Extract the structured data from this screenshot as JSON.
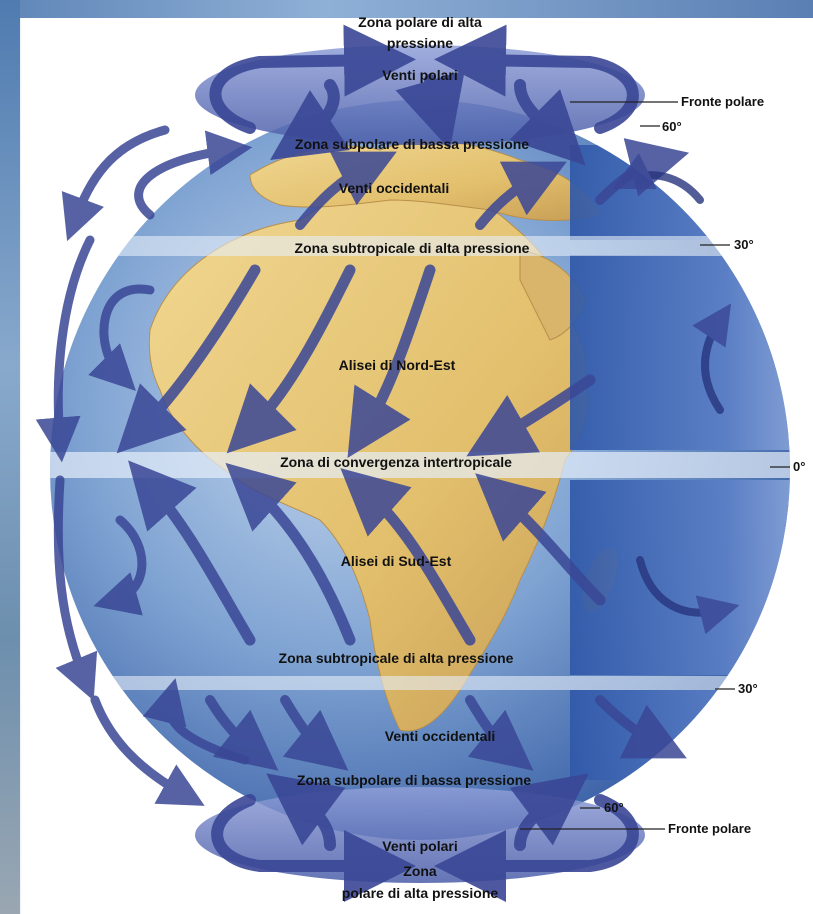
{
  "labels": {
    "top_zone_line1": "Zona polare di alta",
    "top_zone_line2": "pressione",
    "polar_winds_north": "Venti polari",
    "subpolar_north": "Zona subpolare di bassa  pressione",
    "westerlies_north": "Venti occidentali",
    "subtropical_north": "Zona subtropicale di alta pressione",
    "trades_ne": "Alisei di Nord-Est",
    "itcz": "Zona di convergenza intertropicale",
    "trades_se": "Alisei di Sud-Est",
    "subtropical_south": "Zona subtropicale di alta pressione",
    "westerlies_south": "Venti occidentali",
    "subpolar_south": "Zona subpolare di bassa pressione",
    "polar_winds_south": "Venti polari",
    "bottom_zone_line1": "Zona",
    "bottom_zone_line2": "polare di alta pressione"
  },
  "side_labels": {
    "polar_front_north": "Fronte polare",
    "polar_front_south": "Fronte polare"
  },
  "latitudes": {
    "north_60": "60°",
    "north_30": "30°",
    "equator": "0°",
    "south_30": "30°",
    "south_60": "60°"
  },
  "colors": {
    "ocean": "#5b86c2",
    "land": "#e6c77a",
    "arrow": "#3f4f9a",
    "cell": "#4d6fb8",
    "band": "#dbe6f5"
  }
}
